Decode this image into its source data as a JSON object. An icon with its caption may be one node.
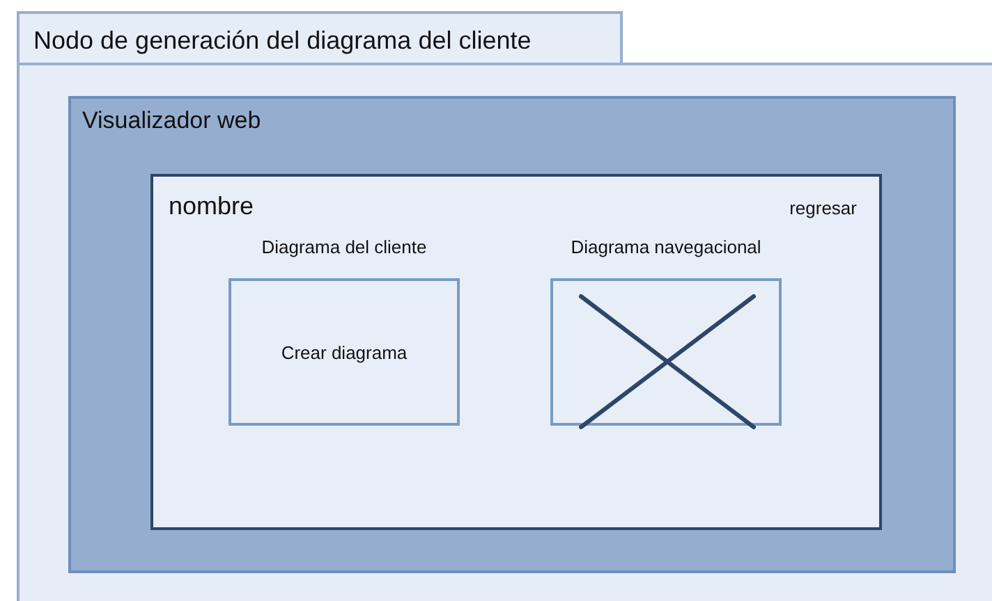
{
  "diagram": {
    "nodes": [
      {
        "text": [
          "Nodo de generación del diagrama del cliente"
        ]
      },
      {
        "text": [
          "Visualizador web"
        ],
        "in": 0
      },
      {
        "text": [
          "nombre",
          "regresar"
        ],
        "in": 1
      },
      {
        "text": [
          "Diagrama del cliente",
          "Crear diagrama"
        ],
        "in": 2
      },
      {
        "text": [
          "Diagrama navegacional"
        ],
        "in": 2
      }
    ]
  }
}
